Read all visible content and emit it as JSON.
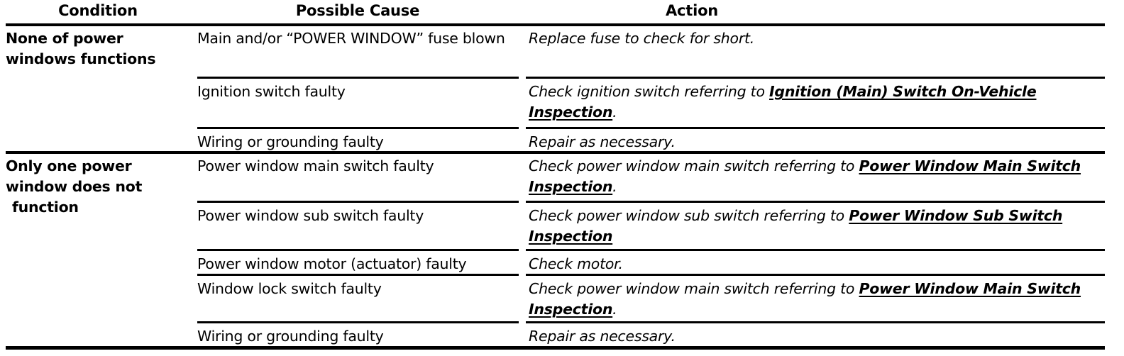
{
  "table": {
    "headers": {
      "condition": "Condition",
      "cause": "Possible Cause",
      "action": "Action"
    },
    "groups": [
      {
        "condition_line1": "None of power",
        "condition_line2": "windows functions",
        "condition_line3": "",
        "rows": [
          {
            "cause": "Main and/or “POWER WINDOW” fuse blown",
            "action_prefix": "Replace fuse to check for short.",
            "action_link": "",
            "action_suffix": ""
          },
          {
            "cause": "Ignition switch faulty",
            "action_prefix": "Check ignition switch referring to ",
            "action_link": "Ignition (Main) Switch On-Vehicle Inspection",
            "action_suffix": "."
          },
          {
            "cause": "Wiring or grounding faulty",
            "action_prefix": "Repair as necessary.",
            "action_link": "",
            "action_suffix": ""
          }
        ]
      },
      {
        "condition_line1": "Only one power",
        "condition_line2": "window does not",
        "condition_line3": "function",
        "rows": [
          {
            "cause": "Power window main switch faulty",
            "action_prefix": "Check power window main switch referring to ",
            "action_link": "Power Window Main Switch Inspection",
            "action_suffix": "."
          },
          {
            "cause": "Power window sub switch faulty",
            "action_prefix": "Check power window sub switch referring to ",
            "action_link": "Power Window Sub Switch Inspection",
            "action_suffix": ""
          },
          {
            "cause": "Power window motor (actuator) faulty",
            "action_prefix": "Check motor.",
            "action_link": "",
            "action_suffix": ""
          },
          {
            "cause": "Window lock switch faulty",
            "action_prefix": "Check power window main switch referring to ",
            "action_link": "Power Window Main Switch Inspection",
            "action_suffix": "."
          },
          {
            "cause": "Wiring or grounding faulty",
            "action_prefix": "Repair as necessary.",
            "action_link": "",
            "action_suffix": ""
          }
        ]
      }
    ]
  }
}
